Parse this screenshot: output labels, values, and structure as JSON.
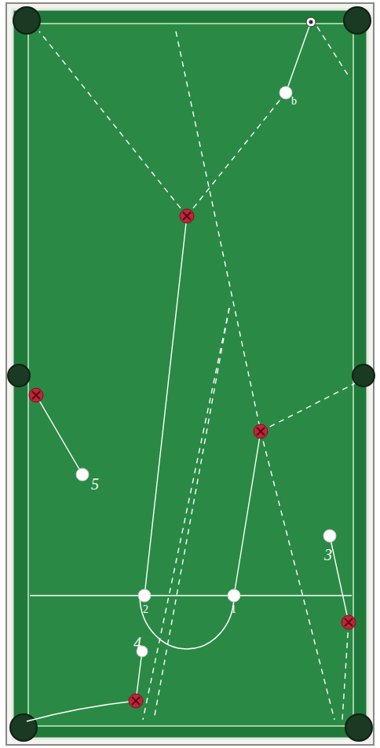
{
  "diagram": {
    "labels": [
      "b",
      "5",
      "3",
      "2",
      "1",
      "4"
    ]
  }
}
